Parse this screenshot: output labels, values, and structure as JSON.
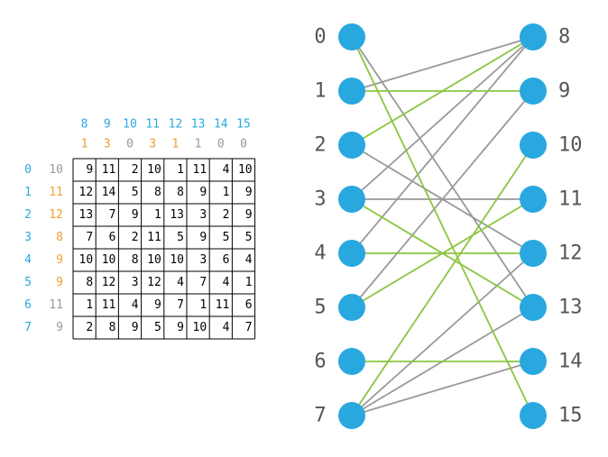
{
  "colors": {
    "node": "#29a8e0",
    "blue_text": "#29a8e0",
    "orange_text": "#f0a030",
    "gray_text": "#999999",
    "dark_text": "#555555",
    "matched_edge": "#8bc53f",
    "unmatched_edge": "#999999",
    "grid": "#000000"
  },
  "matrix": {
    "col_ids": [
      "8",
      "9",
      "10",
      "11",
      "12",
      "13",
      "14",
      "15"
    ],
    "col_potentials": [
      {
        "value": "1",
        "tone": "orange"
      },
      {
        "value": "3",
        "tone": "orange"
      },
      {
        "value": "0",
        "tone": "gray"
      },
      {
        "value": "3",
        "tone": "orange"
      },
      {
        "value": "1",
        "tone": "orange"
      },
      {
        "value": "1",
        "tone": "gray"
      },
      {
        "value": "0",
        "tone": "gray"
      },
      {
        "value": "0",
        "tone": "gray"
      }
    ],
    "row_ids": [
      "0",
      "1",
      "2",
      "3",
      "4",
      "5",
      "6",
      "7"
    ],
    "row_potentials": [
      {
        "value": "10",
        "tone": "gray"
      },
      {
        "value": "11",
        "tone": "orange"
      },
      {
        "value": "12",
        "tone": "orange"
      },
      {
        "value": "8",
        "tone": "orange"
      },
      {
        "value": "9",
        "tone": "orange"
      },
      {
        "value": "9",
        "tone": "orange"
      },
      {
        "value": "11",
        "tone": "gray"
      },
      {
        "value": "9",
        "tone": "gray"
      }
    ],
    "cells": [
      [
        "9",
        "11",
        "2",
        "10",
        "1",
        "11",
        "4",
        "10"
      ],
      [
        "12",
        "14",
        "5",
        "8",
        "8",
        "9",
        "1",
        "9"
      ],
      [
        "13",
        "7",
        "9",
        "1",
        "13",
        "3",
        "2",
        "9"
      ],
      [
        "7",
        "6",
        "2",
        "11",
        "5",
        "9",
        "5",
        "5"
      ],
      [
        "10",
        "10",
        "8",
        "10",
        "10",
        "3",
        "6",
        "4"
      ],
      [
        "8",
        "12",
        "3",
        "12",
        "4",
        "7",
        "4",
        "1"
      ],
      [
        "1",
        "11",
        "4",
        "9",
        "7",
        "1",
        "11",
        "6"
      ],
      [
        "2",
        "8",
        "9",
        "5",
        "9",
        "10",
        "4",
        "7"
      ]
    ]
  },
  "graph": {
    "left_nodes": [
      "0",
      "1",
      "2",
      "3",
      "4",
      "5",
      "6",
      "7"
    ],
    "right_nodes": [
      "8",
      "9",
      "10",
      "11",
      "12",
      "13",
      "14",
      "15"
    ],
    "edges": [
      {
        "from": "0",
        "to": "13",
        "matched": false
      },
      {
        "from": "0",
        "to": "15",
        "matched": true
      },
      {
        "from": "1",
        "to": "8",
        "matched": false
      },
      {
        "from": "1",
        "to": "9",
        "matched": true
      },
      {
        "from": "2",
        "to": "8",
        "matched": true
      },
      {
        "from": "2",
        "to": "12",
        "matched": false
      },
      {
        "from": "3",
        "to": "8",
        "matched": false
      },
      {
        "from": "3",
        "to": "11",
        "matched": false
      },
      {
        "from": "3",
        "to": "13",
        "matched": true
      },
      {
        "from": "4",
        "to": "8",
        "matched": false
      },
      {
        "from": "4",
        "to": "12",
        "matched": true
      },
      {
        "from": "5",
        "to": "9",
        "matched": false
      },
      {
        "from": "5",
        "to": "11",
        "matched": true
      },
      {
        "from": "6",
        "to": "14",
        "matched": true
      },
      {
        "from": "7",
        "to": "10",
        "matched": true
      },
      {
        "from": "7",
        "to": "12",
        "matched": false
      },
      {
        "from": "7",
        "to": "13",
        "matched": false
      },
      {
        "from": "7",
        "to": "14",
        "matched": false
      }
    ]
  }
}
